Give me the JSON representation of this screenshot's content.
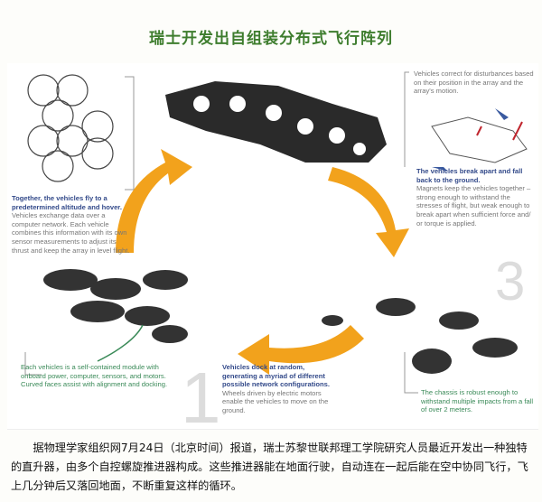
{
  "title": "瑞士开发出自组装分布式飞行阵列",
  "figure": {
    "step_flight": {
      "heading": "Together, the vehicles fly to a predetermined altitude and hover.",
      "body": "Vehicles exchange data over a computer network. Each vehicle combines this information with its own sensor measurements to adjust its thrust and keep the array in level flight."
    },
    "disturbance_note": "Vehicles correct for disturbances based on their position in the array and the array's motion.",
    "step_break": {
      "heading": "The vehicles break apart and fall back to the ground.",
      "body": "Magnets keep the vehicles together – strong enough to withstand the stresses of flight, but weak enough to break apart when sufficient force and/ or torque is applied."
    },
    "module_note": "Each vehicles is a self-contained module with onboard power, computer, sensors, and motors. Curved faces assist with alignment and docking.",
    "step_dock": {
      "heading": "Vehicles dock at random, generating a myriad of different possible network configurations.",
      "body": "Wheels driven by electric motors enable the vehicles to move on the ground."
    },
    "chassis_note": "The chassis is robust enough to withstand multiple impacts from a fall of over 2 meters.",
    "step_numbers": [
      "1",
      "3"
    ],
    "colors": {
      "arrow": "#f2a21c",
      "heading": "#334a8a",
      "note": "#3a8a58"
    }
  },
  "article": "据物理学家组织网7月24日（北京时间）报道，瑞士苏黎世联邦理工学院研究人员最近开发出一种独特的直升器，由多个自控螺旋推进器构成。这些推进器能在地面行驶，自动连在一起后能在空中协同飞行，飞上几分钟后又落回地面，不断重复这样的循环。"
}
